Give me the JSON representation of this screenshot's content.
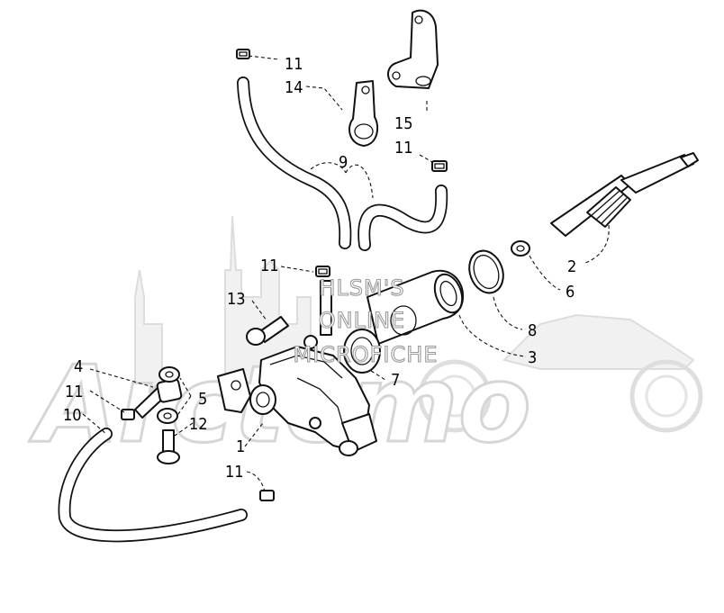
{
  "watermark": {
    "line1": "HLSM'S",
    "line2": "ONLINE",
    "line3": "MICROFICHE",
    "brand": "Arctcmo"
  },
  "callouts": [
    {
      "id": "c1",
      "text": "1"
    },
    {
      "id": "c2",
      "text": "2"
    },
    {
      "id": "c3",
      "text": "3"
    },
    {
      "id": "c4",
      "text": "4"
    },
    {
      "id": "c5",
      "text": "5"
    },
    {
      "id": "c6",
      "text": "6"
    },
    {
      "id": "c7",
      "text": "7"
    },
    {
      "id": "c8",
      "text": "8"
    },
    {
      "id": "c9",
      "text": "9"
    },
    {
      "id": "c10",
      "text": "10"
    },
    {
      "id": "c11a",
      "text": "11"
    },
    {
      "id": "c11b",
      "text": "11"
    },
    {
      "id": "c11c",
      "text": "11"
    },
    {
      "id": "c11d",
      "text": "11"
    },
    {
      "id": "c11e",
      "text": "11"
    },
    {
      "id": "c12",
      "text": "12"
    },
    {
      "id": "c13",
      "text": "13"
    },
    {
      "id": "c14",
      "text": "14"
    },
    {
      "id": "c15",
      "text": "15"
    }
  ]
}
